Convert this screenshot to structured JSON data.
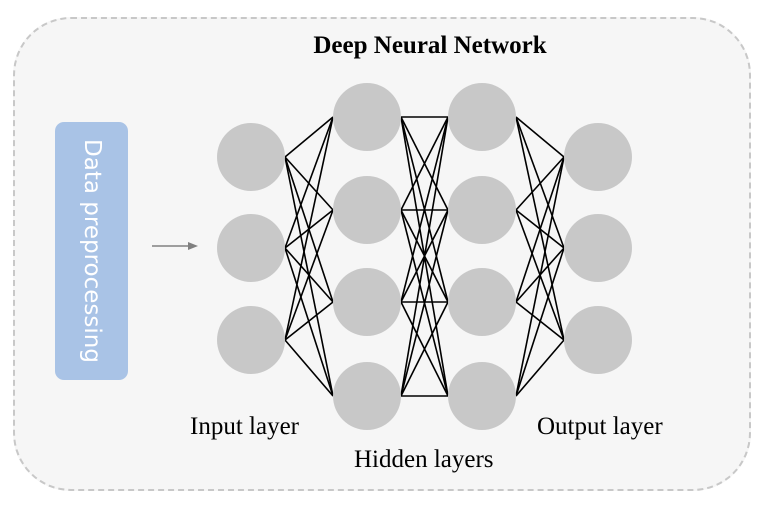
{
  "diagram": {
    "title": "Deep Neural Network",
    "preprocessing_label": "Data preprocessing",
    "input_label": "Input layer",
    "hidden_label": "Hidden layers",
    "output_label": "Output layer",
    "layers": [
      {
        "name": "input",
        "nodes": 3
      },
      {
        "name": "hidden-1",
        "nodes": 4
      },
      {
        "name": "hidden-2",
        "nodes": 4
      },
      {
        "name": "output",
        "nodes": 3
      }
    ],
    "colors": {
      "panel_bg": "#f6f6f6",
      "panel_border": "#c8c8c8",
      "node": "#c8c8c8",
      "prep_box": "#a9c3e6",
      "edge": "#000000",
      "arrow": "#808080"
    }
  }
}
